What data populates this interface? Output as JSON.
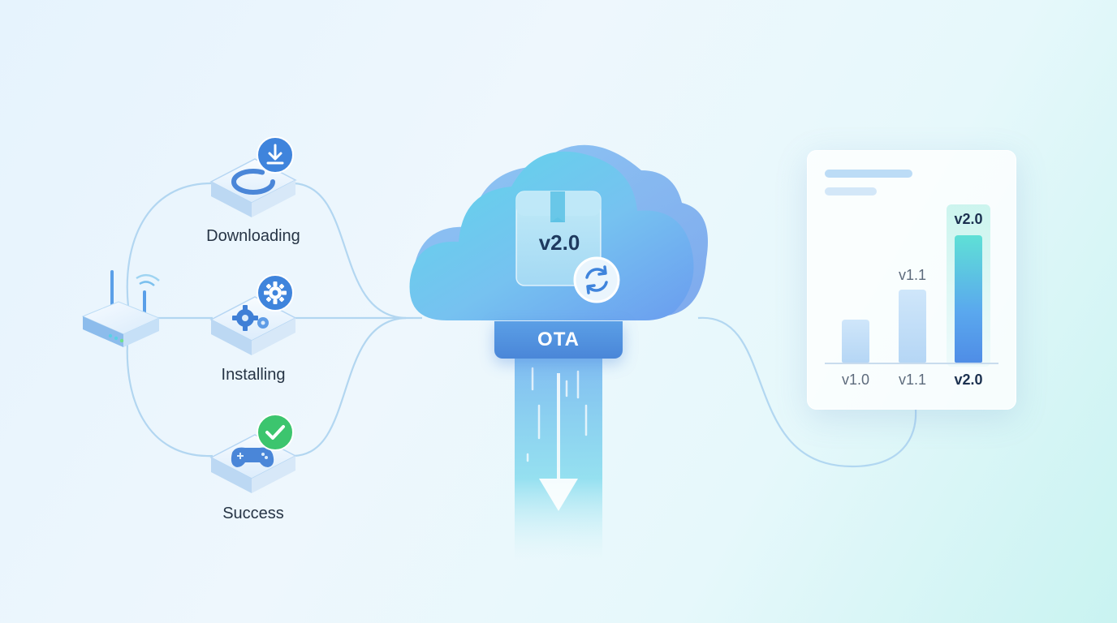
{
  "steps": [
    {
      "label": "Downloading",
      "icon": "download-icon"
    },
    {
      "label": "Installing",
      "icon": "gear-icon"
    },
    {
      "label": "Success",
      "icon": "check-icon"
    }
  ],
  "router": {
    "icon": "router-icon"
  },
  "cloud": {
    "package_version": "v2.0",
    "banner": "OTA",
    "icon": "sync-icon"
  },
  "chart_data": {
    "type": "bar",
    "categories": [
      "v1.0",
      "v1.1",
      "v2.0"
    ],
    "values": [
      0.33,
      0.56,
      0.98
    ],
    "top_labels": [
      "",
      "v1.1",
      "v2.0"
    ],
    "highlight": "v2.0",
    "ylim": [
      0,
      1
    ]
  },
  "colors": {
    "accent_blue": "#4a86d8",
    "success_green": "#3cc56e",
    "cyan": "#5fd7e6",
    "line": "#a9d2ee"
  }
}
